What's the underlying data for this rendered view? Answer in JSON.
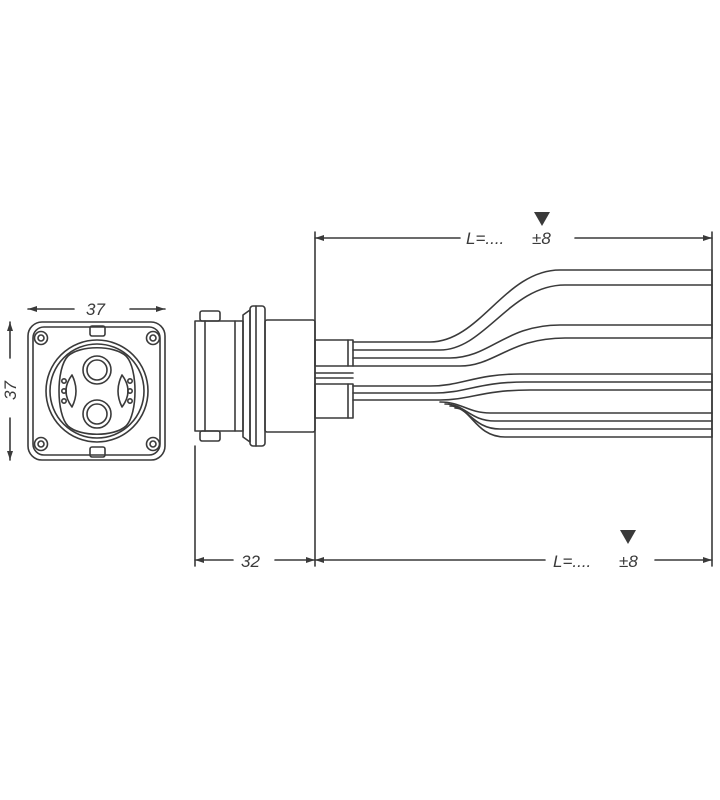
{
  "colors": {
    "line": "#3a3a3a",
    "background": "#ffffff"
  },
  "front_view": {
    "width_label": "37",
    "height_label": "37"
  },
  "side_view": {
    "depth_label": "32",
    "upper_length": {
      "text": "L=....",
      "tolerance": "±8"
    },
    "lower_length": {
      "text": "L=....",
      "tolerance": "±8"
    }
  },
  "icons": [
    "mounting-hole-icon",
    "power-pin-icon",
    "signal-pin-icon",
    "arrow-head-icon",
    "triangle-marker-icon"
  ]
}
